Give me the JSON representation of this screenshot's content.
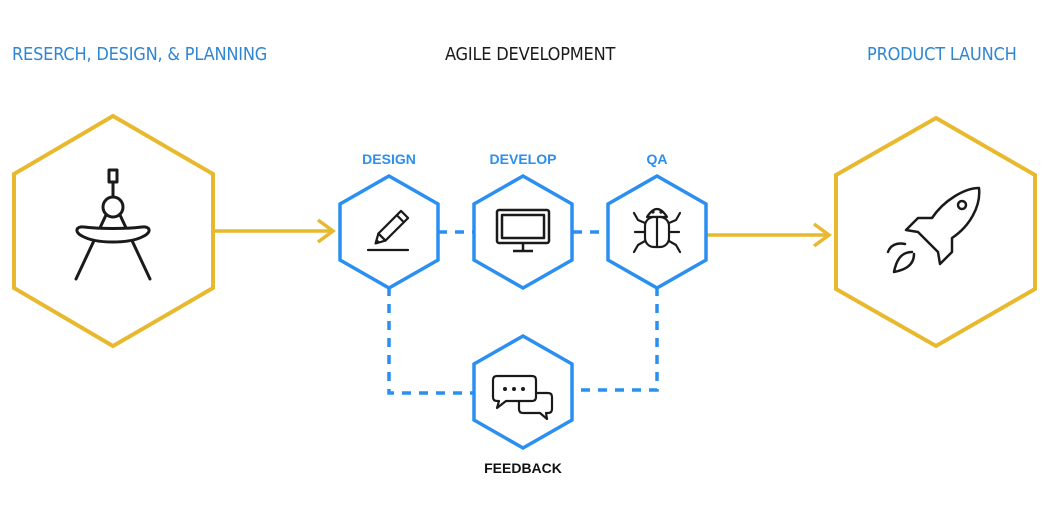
{
  "phases": {
    "research": "RESERCH, DESIGN, & PLANNING",
    "agile": "AGILE DEVELOPMENT",
    "launch": "PRODUCT LAUNCH"
  },
  "steps": {
    "design": "DESIGN",
    "develop": "DEVELOP",
    "qa": "QA",
    "feedback": "FEEDBACK"
  },
  "colors": {
    "gold": "#e8b92e",
    "blue": "#2a8ff0",
    "phase_blue": "#2f86d2",
    "icon": "#1a1a1a"
  },
  "icons": {
    "research": "compass-icon",
    "design": "pencil-icon",
    "develop": "monitor-icon",
    "qa": "bug-icon",
    "feedback": "chat-bubbles-icon",
    "launch": "rocket-icon"
  }
}
